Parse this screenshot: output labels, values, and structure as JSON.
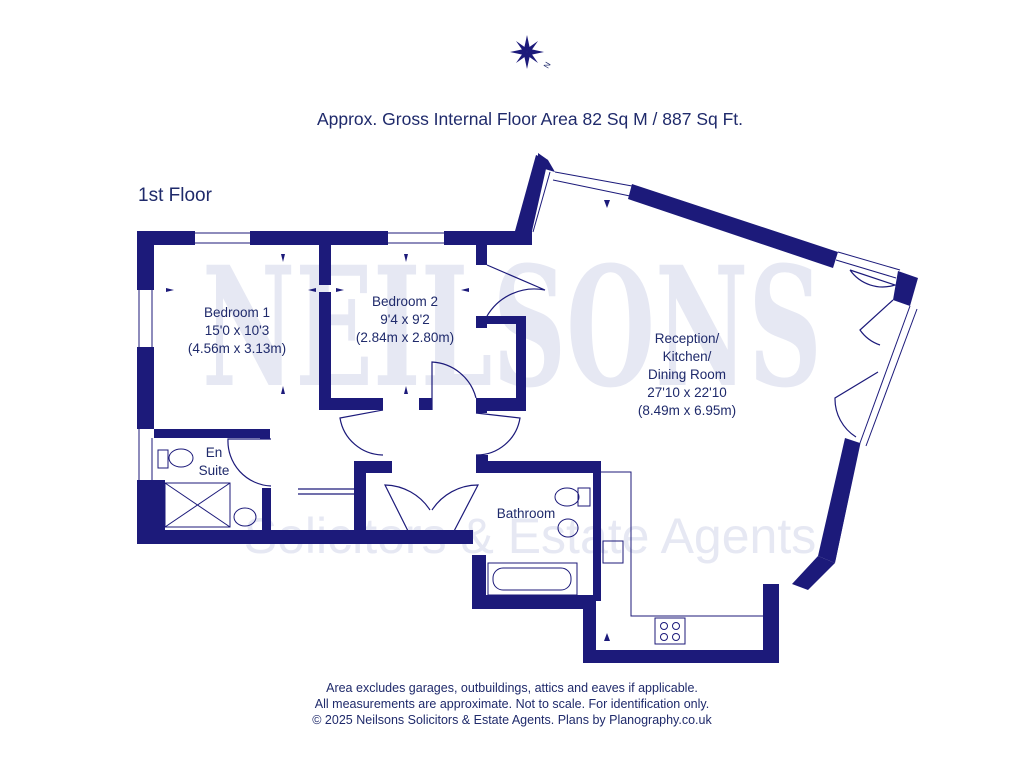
{
  "header": {
    "title": "Approx. Gross Internal Floor Area 82 Sq M / 887 Sq Ft."
  },
  "floor_label": "1st Floor",
  "compass": {
    "letter": "N"
  },
  "rooms": {
    "bedroom1": {
      "name": "Bedroom 1",
      "dim_imperial": "15'0 x 10'3",
      "dim_metric": "(4.56m x 3.13m)"
    },
    "bedroom2": {
      "name": "Bedroom 2",
      "dim_imperial": "9'4 x 9'2",
      "dim_metric": "(2.84m x 2.80m)"
    },
    "reception": {
      "name_line1": "Reception/",
      "name_line2": "Kitchen/",
      "name_line3": "Dining Room",
      "dim_imperial": "27'10 x 22'10",
      "dim_metric": "(8.49m x 6.95m)"
    },
    "ensuite": {
      "name_line1": "En",
      "name_line2": "Suite"
    },
    "bathroom": {
      "name": "Bathroom"
    }
  },
  "watermark": {
    "brand": "NEILSONS",
    "tagline": "Solicitors & Estate Agents"
  },
  "footer": {
    "line1": "Area excludes garages, outbuildings, attics and eaves if applicable.",
    "line2": "All measurements are approximate. Not to scale. For identification only.",
    "line3": "© 2025 Neilsons Solicitors & Estate Agents. Plans by Planography.co.uk"
  },
  "colors": {
    "wall": "#1c1a7a",
    "text": "#1f2a6b",
    "watermark": "#e3e6f2"
  }
}
